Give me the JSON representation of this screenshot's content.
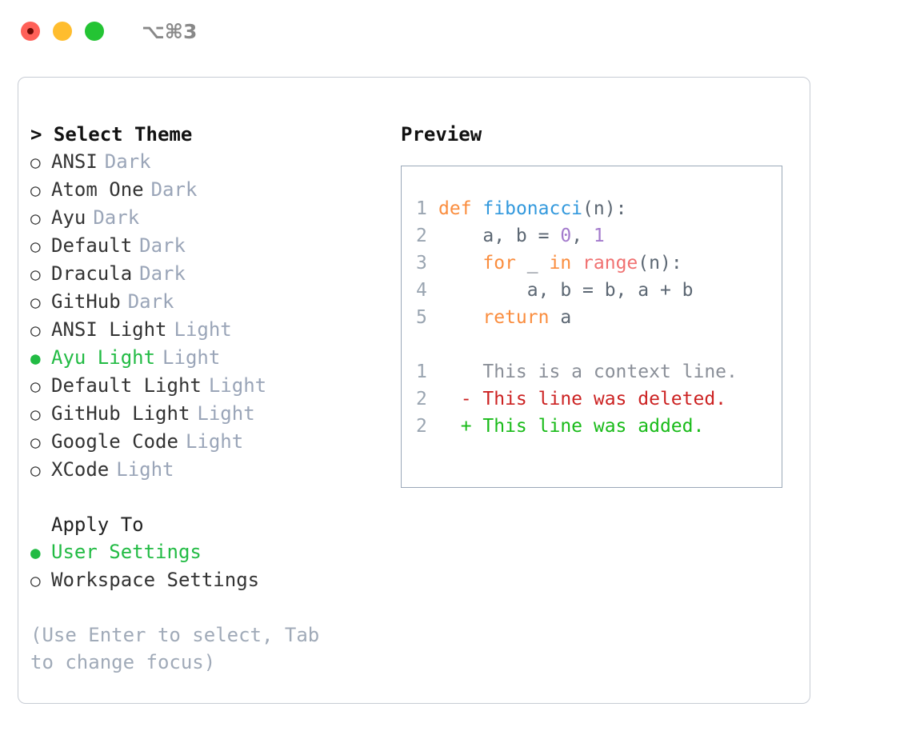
{
  "window": {
    "traffic_lights": [
      {
        "name": "close-button",
        "color": "#ff6058"
      },
      {
        "name": "minimize-button",
        "color": "#ffbd2e"
      },
      {
        "name": "maximize-button",
        "color": "#24c434"
      }
    ],
    "shortcut_label": "⌥⌘3"
  },
  "theme_panel": {
    "title": "> Select Theme",
    "selected_color": "#22bb44",
    "tag_color": "#9aa5b8",
    "markers": {
      "selected": "●",
      "unselected": "○"
    },
    "items": [
      {
        "marker": "○",
        "label": "ANSI",
        "tag": "Dark",
        "selected": false
      },
      {
        "marker": "○",
        "label": "Atom One",
        "tag": "Dark",
        "selected": false
      },
      {
        "marker": "○",
        "label": "Ayu",
        "tag": "Dark",
        "selected": false
      },
      {
        "marker": "○",
        "label": "Default",
        "tag": "Dark",
        "selected": false
      },
      {
        "marker": "○",
        "label": "Dracula",
        "tag": "Dark",
        "selected": false
      },
      {
        "marker": "○",
        "label": "GitHub",
        "tag": "Dark",
        "selected": false
      },
      {
        "marker": "○",
        "label": "ANSI Light",
        "tag": "Light",
        "selected": false
      },
      {
        "marker": "●",
        "label": "Ayu Light",
        "tag": "Light",
        "selected": true
      },
      {
        "marker": "○",
        "label": "Default Light",
        "tag": "Light",
        "selected": false
      },
      {
        "marker": "○",
        "label": "GitHub Light",
        "tag": "Light",
        "selected": false
      },
      {
        "marker": "○",
        "label": "Google Code",
        "tag": "Light",
        "selected": false
      },
      {
        "marker": "○",
        "label": "XCode",
        "tag": "Light",
        "selected": false
      }
    ]
  },
  "apply_to": {
    "title": "Apply To",
    "items": [
      {
        "marker": "●",
        "label": "User Settings",
        "selected": true
      },
      {
        "marker": "○",
        "label": "Workspace Settings",
        "selected": false
      }
    ]
  },
  "hint": "(Use Enter to select, Tab to change focus)",
  "preview": {
    "title": "Preview",
    "border_color": "#9aa8b8",
    "code_lines": [
      {
        "number": "1",
        "tokens": [
          {
            "t": "def",
            "c": "kw"
          },
          {
            "t": " ",
            "c": "punc"
          },
          {
            "t": "fibonacci",
            "c": "fn"
          },
          {
            "t": "(n):",
            "c": "punc"
          }
        ]
      },
      {
        "number": "2",
        "tokens": [
          {
            "t": "    a, b = ",
            "c": "id"
          },
          {
            "t": "0",
            "c": "num"
          },
          {
            "t": ", ",
            "c": "id"
          },
          {
            "t": "1",
            "c": "num"
          }
        ]
      },
      {
        "number": "3",
        "tokens": [
          {
            "t": "    ",
            "c": "id"
          },
          {
            "t": "for",
            "c": "kw"
          },
          {
            "t": " _ ",
            "c": "id"
          },
          {
            "t": "in",
            "c": "kw"
          },
          {
            "t": " ",
            "c": "id"
          },
          {
            "t": "range",
            "c": "bi"
          },
          {
            "t": "(n):",
            "c": "punc"
          }
        ]
      },
      {
        "number": "4",
        "tokens": [
          {
            "t": "        a, b = b, a + b",
            "c": "id"
          }
        ]
      },
      {
        "number": "5",
        "tokens": [
          {
            "t": "    ",
            "c": "id"
          },
          {
            "t": "return",
            "c": "kw"
          },
          {
            "t": " a",
            "c": "id"
          }
        ]
      }
    ],
    "diff_lines": [
      {
        "number": "1",
        "sign": " ",
        "text": "This is a context line.",
        "kind": "ctx"
      },
      {
        "number": "2",
        "sign": "-",
        "text": "This line was deleted.",
        "kind": "del"
      },
      {
        "number": "2",
        "sign": "+",
        "text": "This line was added.",
        "kind": "add"
      }
    ]
  }
}
